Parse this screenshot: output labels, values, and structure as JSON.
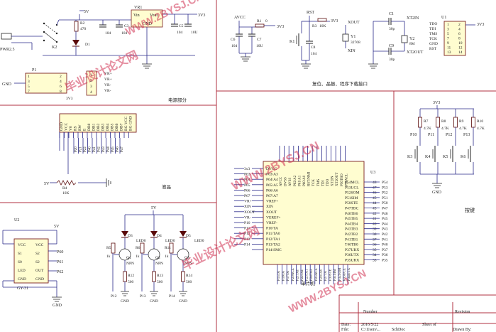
{
  "sections": {
    "power": "电源部分",
    "reset": "复位、晶振、程序下载接口",
    "lcd": "液晶",
    "mcu": "单片机",
    "keys": "按键"
  },
  "power": {
    "net_5v": "5V",
    "net_3v3": "3V3",
    "jack": "PWR2.5",
    "switch": "K2",
    "r2": "R2",
    "r2_val": "470",
    "d1": "D1",
    "vr1": "VR1",
    "vin": "Vin",
    "vout": "Vout",
    "gnd": "GND",
    "c1v": "104",
    "c3": "C3",
    "c4v": "104",
    "c5": "C5",
    "c5v": "104",
    "c_10u": "10U",
    "p1": "P1",
    "vr_pins": [
      "VR+",
      "VR+",
      "VR-",
      "VR-"
    ],
    "gnd_lbl": "GND",
    "v3v3": "3V3"
  },
  "reset": {
    "avcc": "AVCC",
    "r1": "R1",
    "r1v": "0",
    "c6": "C6",
    "c6v": "104",
    "c7": "C7",
    "c7v": "10U",
    "rst": "RST",
    "r3": "R3",
    "r3v": "10K",
    "k1": "K1",
    "c8": "C8",
    "c8v": "104",
    "xout": "XOUT",
    "y1": "Y1",
    "y1v": "32768",
    "xin": "XIN",
    "c1": "C1",
    "c1v": "30p",
    "c9": "C9",
    "c9v": "30p",
    "xt2in": "XT2IN",
    "xt2out": "XT2OUT",
    "y2": "Y2",
    "y2v": "8M",
    "u1": "U1",
    "jtag_left": [
      "TDO",
      "TDI",
      "TMS",
      "TCK",
      "GND",
      "RST"
    ],
    "jtag_nums": [
      [
        "1",
        "2"
      ],
      [
        "3",
        "4"
      ],
      [
        "5",
        "6"
      ],
      [
        "7",
        "8"
      ],
      [
        "9",
        "10"
      ],
      [
        "11",
        "12"
      ],
      [
        "13",
        "14"
      ]
    ],
    "net3v3": "3V3"
  },
  "lcd": {
    "pins": [
      "GND",
      "VCC",
      "V0",
      "RS",
      "RW",
      "E",
      "DB0",
      "DB1",
      "DB2",
      "DB3",
      "DB4",
      "DB5",
      "DB6",
      "DB7",
      "BG VCC",
      "BG GND"
    ],
    "ports": [
      "P20",
      "P21",
      "P22",
      "P40",
      "P41",
      "P42",
      "P43",
      "P44",
      "P45",
      "P46",
      "P47"
    ],
    "r4": "R4",
    "r4v": "10K",
    "v5": "5V"
  },
  "mcu": {
    "u3": "U3",
    "left_ext": [
      "3x3",
      "P63",
      "P64",
      "P65",
      "P66",
      "P67",
      "VR+",
      "XIN",
      "XOUT",
      "VR-",
      "P10",
      "P11",
      "P12",
      "P13",
      "P14"
    ],
    "left_in": [
      "DVCC",
      "P63/A3",
      "P64/A4",
      "P65/A5",
      "P66/A6",
      "P67/A7",
      "VREF+",
      "XIN",
      "XOUT",
      "VEREF+",
      "VREF-",
      "P10/TA",
      "P11/TA0",
      "P12/TA1",
      "P13/TA2",
      "P14/SMC"
    ],
    "right_in": [
      "P54MCL",
      "P53UCL",
      "P52SOM",
      "P51SIM",
      "P50STE",
      "P47TBC",
      "P46TB6",
      "P45TB5",
      "P44TB4",
      "P43TB3",
      "P42TB2",
      "P41TB1",
      "T40TB0",
      "P37URX",
      "P36UTX",
      "P35URX"
    ],
    "right_nums": [
      "48",
      "47",
      "46",
      "45",
      "44",
      "43",
      "42",
      "41",
      "40",
      "39",
      "38",
      "37",
      "36",
      "35",
      "34",
      "33"
    ],
    "right_ext": [
      "P54",
      "P53",
      "P52",
      "P51",
      "P50",
      "P47",
      "P46",
      "P45",
      "P44",
      "P43",
      "P42",
      "P41",
      "P40",
      "P37",
      "P36",
      "P35"
    ],
    "top_pins": [
      "AVCC",
      "DVSS",
      "AVSS",
      "P62/A2",
      "P61/A1",
      "P60/A0",
      "RST/NMI",
      "TCK",
      "TMS",
      "TDI",
      "TDO",
      "XT2IN",
      "XT2OUT",
      "P56TBO",
      "P55ACL"
    ],
    "bottom_pins": [
      "P15TA",
      "P16TA",
      "P17TA",
      "P20ACL",
      "P21TAI",
      "P22TAI",
      "P23TA1",
      "P24TA2",
      "P25ACL",
      "P26TA0",
      "P27TA",
      "P30STE",
      "P31SIM",
      "P32SOM",
      "P33UCL",
      "P34UTX"
    ]
  },
  "keys": {
    "v3v3": "3V3",
    "resistors": [
      "R7",
      "R8",
      "R9",
      "R10"
    ],
    "values": [
      "4.7K",
      "4.7K",
      "4.7K",
      "4.7K"
    ],
    "ports": [
      "P10",
      "P11",
      "P12",
      "P13"
    ],
    "buttons": [
      "K3",
      "K4",
      "K5",
      "K6"
    ],
    "gnd": "GND"
  },
  "sensor": {
    "u2": "U2",
    "v5": "5V",
    "rows": [
      [
        "VCC",
        "VCC"
      ],
      [
        "S1",
        "S2"
      ],
      [
        "S0",
        "S2"
      ],
      [
        "LED",
        "OUT"
      ],
      [
        "GND",
        "GND"
      ]
    ],
    "ports": [
      "P60",
      "P61",
      "P62"
    ],
    "name": "GY-31",
    "gnd": "GND"
  },
  "leds": {
    "v5": "5V",
    "diodes": [
      "D3",
      "D4",
      "D5"
    ],
    "diode_type": "LED0",
    "q": [
      "Q1",
      "Q2",
      "Q3"
    ],
    "q_type": "NPN",
    "r_base": [
      "R5",
      "R6",
      "R11"
    ],
    "r_base_v": "1k",
    "r_em": [
      "R12",
      "R13",
      "R14"
    ],
    "r_em_v": "500",
    "ports": [
      "P12",
      "P13",
      "P14"
    ],
    "gnd": "GND"
  },
  "titleblock": {
    "number": "Number",
    "revision": "Revision",
    "date_label": "Date:",
    "date": "2016/5/22",
    "file_label": "File:",
    "file": "C:\\Users\\...",
    "sheet": "Sheet  of",
    "drawn": "Drawn By:",
    "doc": "SchDoc"
  },
  "watermark": {
    "site": "WWW.2BYSJ.CN",
    "cn": "毕业设计论文网"
  }
}
